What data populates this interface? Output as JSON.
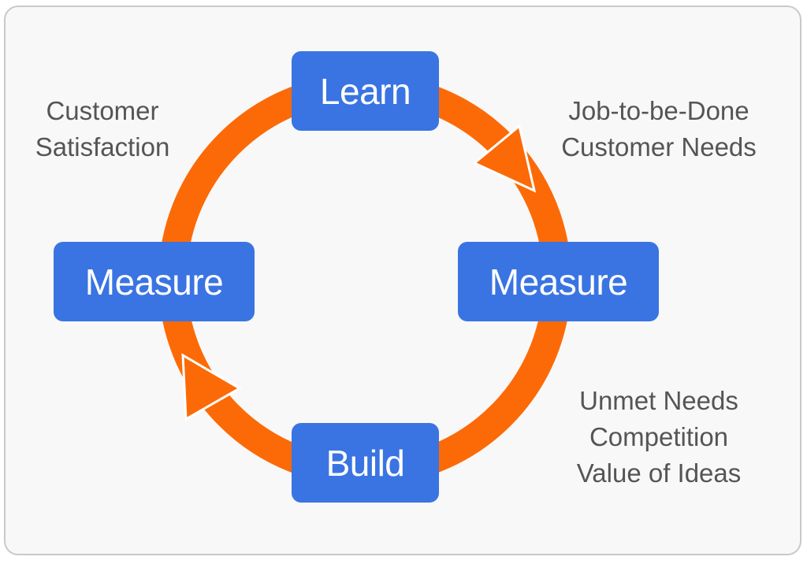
{
  "nodes": {
    "top": "Learn",
    "right": "Measure",
    "bottom": "Build",
    "left": "Measure"
  },
  "annotations": {
    "top_left": [
      "Customer",
      "Satisfaction"
    ],
    "top_right": [
      "Job-to-be-Done",
      "Customer Needs"
    ],
    "bottom_right": [
      "Unmet Needs",
      "Competition",
      "Value of Ideas"
    ]
  },
  "colors": {
    "node_fill": "#3a74e2",
    "node_text": "#ffffff",
    "cycle_ring": "#fc6a07",
    "annotation_text": "#555555",
    "background": "#f8f8f8",
    "border": "#c9c9c9"
  }
}
